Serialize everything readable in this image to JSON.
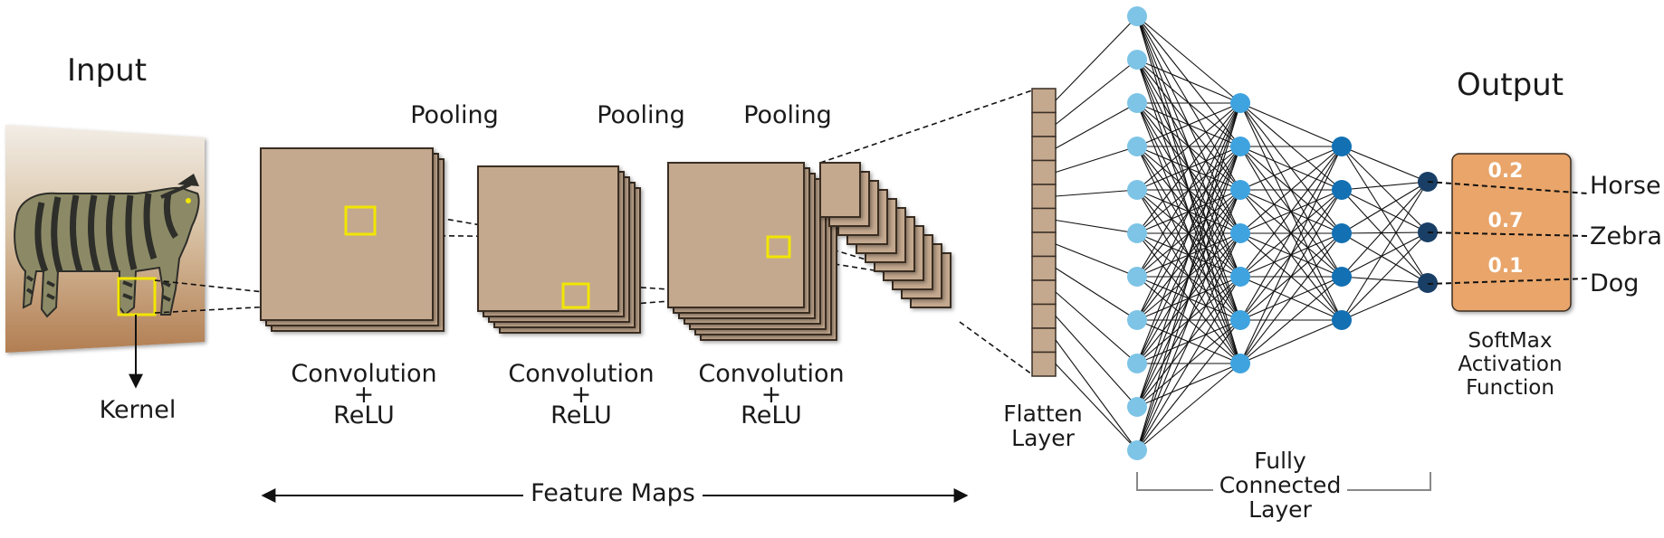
{
  "labels": {
    "input": "Input",
    "kernel": "Kernel",
    "pooling_1": "Pooling",
    "pooling_2": "Pooling",
    "pooling_3": "Pooling",
    "conv_1": {
      "line1": "Convolution",
      "plus": "+",
      "line2": "ReLU"
    },
    "conv_2": {
      "line1": "Convolution",
      "plus": "+",
      "line2": "ReLU"
    },
    "conv_3": {
      "line1": "Convolution",
      "plus": "+",
      "line2": "ReLU"
    },
    "feature_maps": "Feature  Maps",
    "flatten": {
      "line1": "Flatten",
      "line2": "Layer"
    },
    "fully_connected": {
      "line1": "Fully",
      "line2": "Connected",
      "line3": "Layer"
    },
    "output": "Output",
    "softmax": {
      "line1": "SoftMax",
      "line2": "Activation",
      "line3": "Function"
    }
  },
  "outputs": [
    {
      "class": "Horse",
      "probability": "0.2"
    },
    {
      "class": "Zebra",
      "probability": "0.7"
    },
    {
      "class": "Dog",
      "probability": "0.1"
    }
  ],
  "colors": {
    "feature_map": "#c4a98f",
    "feature_map_border": "#3a2e24",
    "kernel_box": "#f2e600",
    "input_neuron": "#7ec4e6",
    "hidden1_neuron": "#3fa3df",
    "hidden2_neuron": "#1270b3",
    "output_neuron": "#1a3f66",
    "softmax_box": "#e9a56a",
    "connection": "#111111",
    "zebra_stripe": "#2e2e2a",
    "zebra_body": "#8c8a66",
    "background_ground": "#b7865a"
  },
  "icons": [
    "zebra-image",
    "arrow-down-icon",
    "double-arrow-icon"
  ]
}
